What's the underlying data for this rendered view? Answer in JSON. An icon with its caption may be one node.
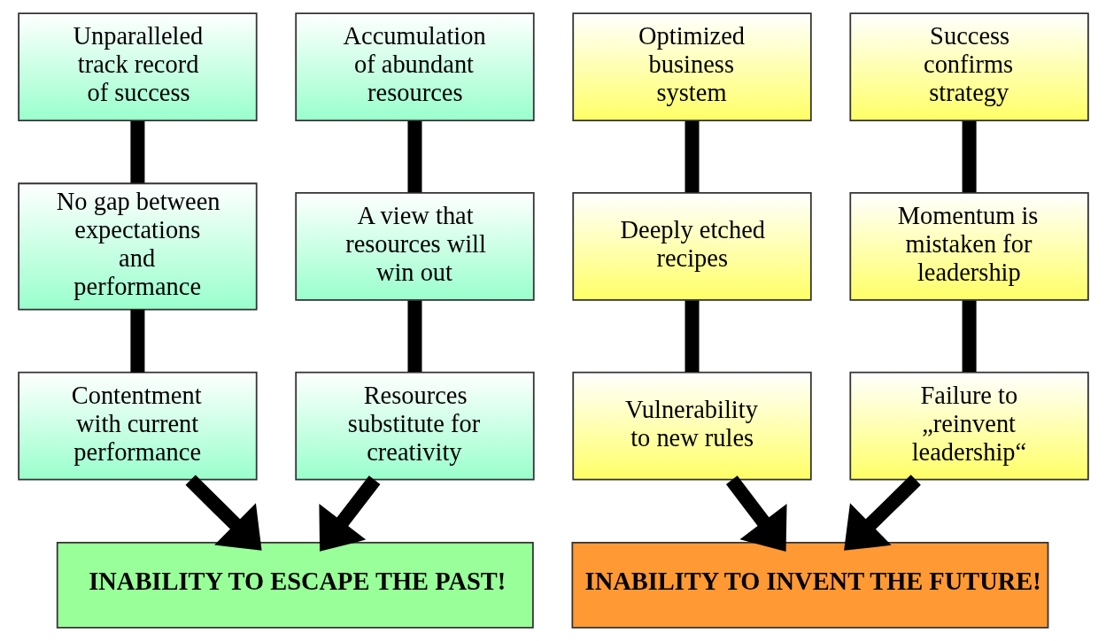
{
  "diagram": {
    "nodes": [
      {
        "text": [
          "Unparalleled track record of success"
        ]
      },
      {
        "text": [
          "Accumulation of abundant resources"
        ]
      },
      {
        "text": [
          "Optimized business system"
        ]
      },
      {
        "text": [
          "Success confirms strategy"
        ]
      },
      {
        "text": [
          "No gap between expectations and performance"
        ]
      },
      {
        "text": [
          "A view that resources will win out"
        ]
      },
      {
        "text": [
          "Deeply etched recipes"
        ]
      },
      {
        "text": [
          "Momentum is mistaken for leadership"
        ]
      },
      {
        "text": [
          "Contentment with current performance"
        ]
      },
      {
        "text": [
          "Resources substitute for creativity"
        ]
      },
      {
        "text": [
          "Vulnerability to new rules"
        ]
      },
      {
        "text": [
          "Failure to „reinvent leadership“"
        ]
      },
      {
        "text": [
          "INABILITY TO ESCAPE THE PAST!"
        ]
      },
      {
        "text": [
          "INABILITY TO INVENT THE FUTURE!"
        ]
      }
    ],
    "edges": [
      {
        "from": 0,
        "to": 4,
        "arrow": "none"
      },
      {
        "from": 1,
        "to": 5,
        "arrow": "none"
      },
      {
        "from": 2,
        "to": 6,
        "arrow": "none"
      },
      {
        "from": 3,
        "to": 7,
        "arrow": "none"
      },
      {
        "from": 4,
        "to": 8,
        "arrow": "none"
      },
      {
        "from": 5,
        "to": 9,
        "arrow": "none"
      },
      {
        "from": 6,
        "to": 10,
        "arrow": "none"
      },
      {
        "from": 7,
        "to": 11,
        "arrow": "none"
      },
      {
        "from": 8,
        "to": 12,
        "arrow": "to"
      },
      {
        "from": 9,
        "to": 12,
        "arrow": "to"
      },
      {
        "from": 10,
        "to": 13,
        "arrow": "to"
      },
      {
        "from": 11,
        "to": 13,
        "arrow": "to"
      }
    ]
  }
}
